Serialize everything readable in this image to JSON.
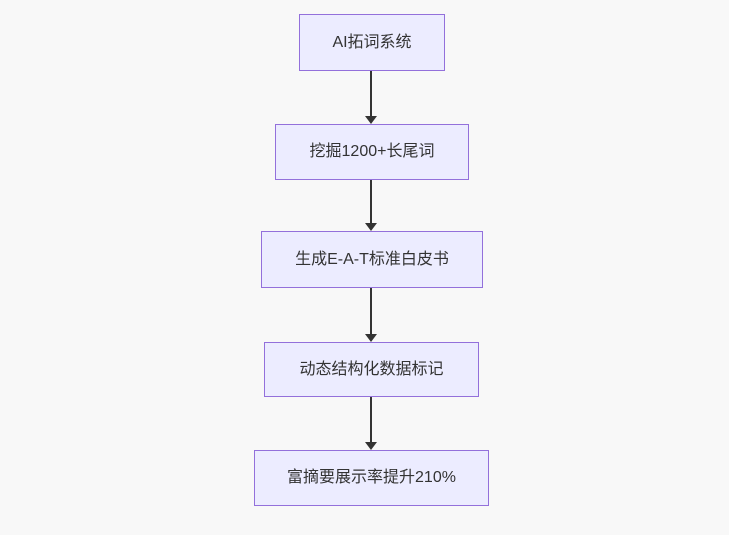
{
  "flowchart": {
    "type": "flowchart",
    "direction": "top-down",
    "nodes": [
      {
        "label": "AI拓词系统"
      },
      {
        "label": "挖掘1200+长尾词"
      },
      {
        "label": "生成E-A-T标准白皮书"
      },
      {
        "label": "动态结构化数据标记"
      },
      {
        "label": "富摘要展示率提升210%"
      }
    ],
    "edges": [
      {
        "from": 0,
        "to": 1
      },
      {
        "from": 1,
        "to": 2
      },
      {
        "from": 2,
        "to": 3
      },
      {
        "from": 3,
        "to": 4
      }
    ],
    "colors": {
      "node_fill": "#ECECFF",
      "node_border": "#9370DB",
      "arrow": "#333333",
      "background": "#F8F8F8",
      "text": "#333333"
    }
  }
}
